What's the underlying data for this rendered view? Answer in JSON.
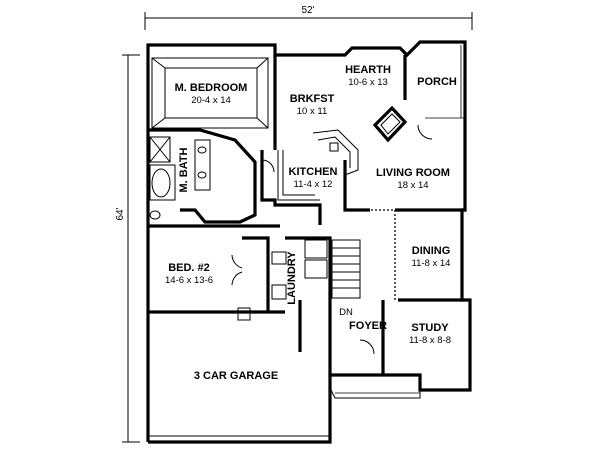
{
  "dimensions": {
    "width": "52'",
    "depth": "64'"
  },
  "rooms": [
    {
      "id": "m-bedroom",
      "name": "M. BEDROOM",
      "size": "20-4 x 14"
    },
    {
      "id": "m-bath",
      "name": "M. BATH",
      "size": ""
    },
    {
      "id": "brkfst",
      "name": "BRKFST",
      "size": "10 x 11"
    },
    {
      "id": "hearth",
      "name": "HEARTH",
      "size": "10-6 x 13"
    },
    {
      "id": "porch",
      "name": "PORCH",
      "size": ""
    },
    {
      "id": "kitchen",
      "name": "KITCHEN",
      "size": "11-4 x 12"
    },
    {
      "id": "living-room",
      "name": "LIVING ROOM",
      "size": "18 x 14"
    },
    {
      "id": "bed-2",
      "name": "BED. #2",
      "size": "14-6 x 13-6"
    },
    {
      "id": "laundry",
      "name": "LAUNDRY",
      "size": ""
    },
    {
      "id": "dining",
      "name": "DINING",
      "size": "11-8 x 14"
    },
    {
      "id": "foyer",
      "name": "FOYER",
      "size": ""
    },
    {
      "id": "study",
      "name": "STUDY",
      "size": "11-8 x 8-8"
    },
    {
      "id": "garage",
      "name": "3 CAR GARAGE",
      "size": ""
    }
  ],
  "stair_label": "DN"
}
